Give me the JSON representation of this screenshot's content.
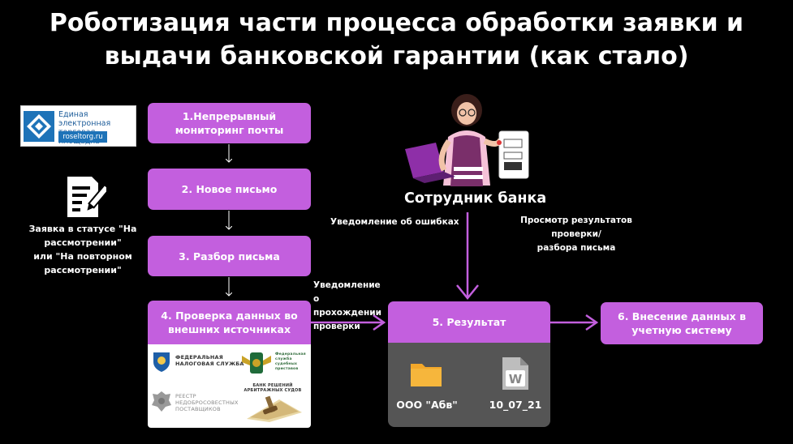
{
  "title": {
    "line1": "Роботизация части процесса обработки заявки и",
    "line2": "выдачи банковской гарантии (как стало)"
  },
  "logo_roseltorg": {
    "line1": "Единая электронная",
    "line2": "торговая площадка",
    "domain": "roseltorg.ru"
  },
  "request_note": {
    "line1": "Заявка в статусе \"На",
    "line2": "рассмотрении\"",
    "line3": "или \"На повторном",
    "line4": "рассмотрении\""
  },
  "steps": {
    "s1a": "1.Непрерывный",
    "s1b": "мониторинг почты",
    "s2": "2. Новое письмо",
    "s3": "3. Разбор письма",
    "s4a": "4. Проверка данных во",
    "s4b": "внешних источниках",
    "s5": "5. Результат",
    "s6a": "6. Внесение данных в",
    "s6b": "учетную систему"
  },
  "sources": {
    "fns_line1": "ФЕДЕРАЛЬНАЯ",
    "fns_line2": "НАЛОГОВАЯ СЛУЖБА",
    "fssp_line1": "Федеральная",
    "fssp_line2": "служба судебных",
    "fssp_line3": "приставов",
    "rnp_line1": "РЕЕСТР",
    "rnp_line2": "НЕДОБРОСОВЕСТНЫХ",
    "rnp_line3": "ПОСТАВЩИКОВ",
    "kad_line1": "БАНК РЕШЕНИЙ",
    "kad_line2": "АРБИТРАЖНЫХ СУДОВ"
  },
  "employee": {
    "label": "Сотрудник банка"
  },
  "annotations": {
    "errors": "Уведомление об ошибках",
    "view_a": "Просмотр результатов проверки/",
    "view_b": "разбора письма",
    "pass_a": "Уведомление о",
    "pass_b": "прохождении",
    "pass_c": "проверки"
  },
  "files": {
    "folder_caption": "ООО \"Абв\"",
    "doc_caption": "10_07_21",
    "doc_letter": "W"
  },
  "colors": {
    "background": "#000000",
    "step_fill": "#c35fde",
    "arrow_purple": "#c35fde",
    "panel_gray": "#555555",
    "folder": "#f3a82a",
    "doc_icon": "#bdbdbd"
  }
}
